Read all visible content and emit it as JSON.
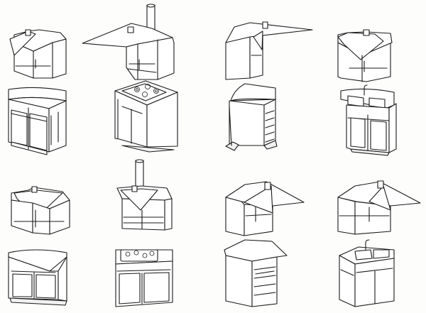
{
  "illustration": {
    "rows": [
      {
        "row": 1,
        "items": [
          "wall-corner-cabinet-open-top",
          "wall-corner-cabinet-with-flue",
          "wall-angled-end-cabinet",
          "wall-corner-cabinet-open-top"
        ]
      },
      {
        "row": 2,
        "items": [
          "base-corner-cabinet",
          "base-corner-hob-cabinet",
          "base-angled-end-cabinet-with-shelves",
          "base-corner-sink-cabinet"
        ]
      },
      {
        "row": 3,
        "items": [
          "wall-corner-cabinet-open-top",
          "wall-cabinet-with-flue",
          "wall-end-cabinet-open-top",
          "wall-end-cabinet-open-top"
        ]
      },
      {
        "row": 4,
        "items": [
          "base-corner-cabinet",
          "base-hob-cabinet",
          "base-end-cabinet-with-drawers",
          "base-sink-cabinet"
        ]
      }
    ]
  }
}
